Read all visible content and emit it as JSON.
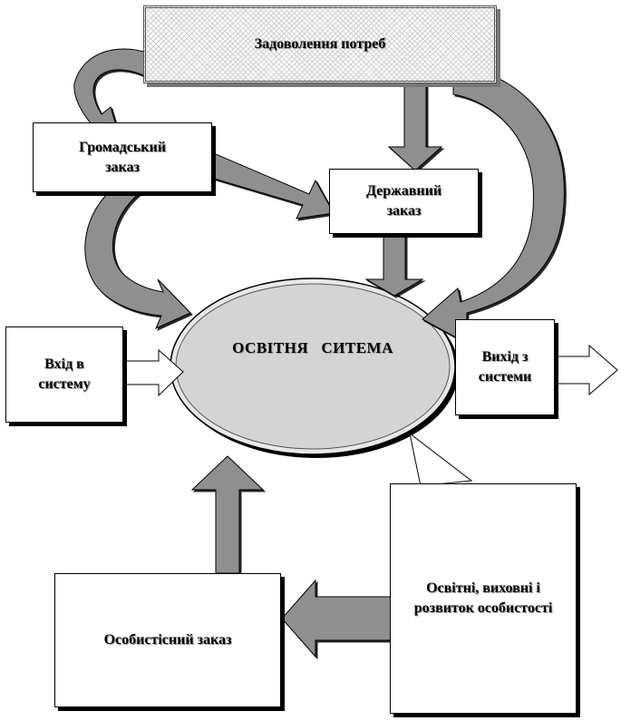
{
  "nodes": {
    "needs": "Задоволення потреб",
    "public_order": "Громадський заказ",
    "state_order": "Державний заказ",
    "system": "ОСВІТНЯ   СИТЕМА",
    "input": "Вхід в систему",
    "output": "Вихід з системи",
    "personal_order": "Особистісний заказ",
    "development": "Освітні, виховні і розвиток особистості"
  },
  "colors": {
    "arrow_fill": "#8f8f8f",
    "ellipse_fill": "#d4d4d4",
    "outline": "#000000"
  },
  "icons": {
    "input_arrow": "outline-right-arrow",
    "output_arrow": "outline-right-arrow"
  }
}
